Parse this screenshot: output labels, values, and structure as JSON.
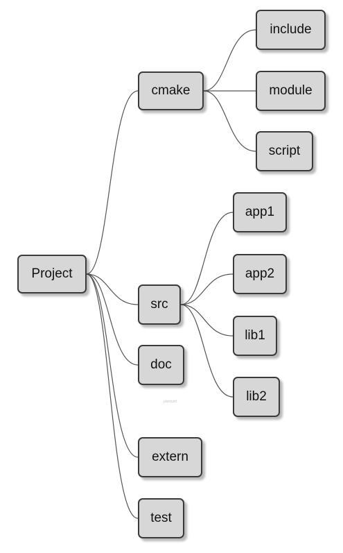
{
  "tree": {
    "root": {
      "label": "Project"
    },
    "branches": {
      "cmake": {
        "label": "cmake",
        "children": {
          "include": {
            "label": "include"
          },
          "module": {
            "label": "module"
          },
          "script": {
            "label": "script"
          }
        }
      },
      "src": {
        "label": "src",
        "children": {
          "app1": {
            "label": "app1"
          },
          "app2": {
            "label": "app2"
          },
          "lib1": {
            "label": "lib1"
          },
          "lib2": {
            "label": "lib2"
          }
        }
      },
      "doc": {
        "label": "doc"
      },
      "extern": {
        "label": "extern"
      },
      "test": {
        "label": "test"
      }
    }
  },
  "colors": {
    "node_fill": "#d7d7d7",
    "node_border": "#3a3a3a",
    "connector": "#555555"
  },
  "watermark": "plantuml"
}
